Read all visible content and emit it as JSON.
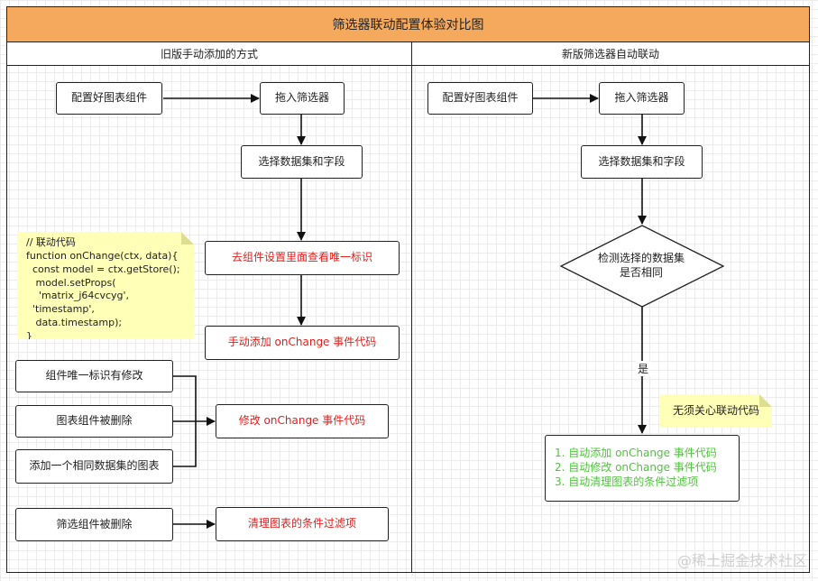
{
  "title": "筛选器联动配置体验对比图",
  "left_lane": {
    "header": "旧版手动添加的方式",
    "config_chart": "配置好图表组件",
    "drag_filter": "拖入筛选器",
    "select_dataset": "选择数据集和字段",
    "find_id": "去组件设置里面查看唯一标识",
    "add_code": "手动添加 onChange 事件代码",
    "id_changed": "组件唯一标识有修改",
    "chart_deleted": "图表组件被删除",
    "add_same_dataset": "添加一个相同数据集的图表",
    "modify_code": "修改 onChange 事件代码",
    "filter_deleted": "筛选组件被删除",
    "cleanup": "清理图表的条件过滤项",
    "code_note": [
      "// 联动代码",
      "function onChange(ctx, data){",
      "  const model = ctx.getStore();",
      "   model.setProps(",
      "    'matrix_j64cvcyg',",
      "  'timestamp',",
      "   data.timestamp);",
      "}"
    ]
  },
  "right_lane": {
    "header": "新版筛选器自动联动",
    "config_chart": "配置好图表组件",
    "drag_filter": "拖入筛选器",
    "select_dataset": "选择数据集和字段",
    "decision_line1": "检测选择的数据集",
    "decision_line2": "是否相同",
    "yes_label": "是",
    "note": "无须关心联动代码",
    "results": [
      "1. 自动添加 onChange 事件代码",
      "2. 自动修改 onChange 事件代码",
      "3. 自动清理图表的条件过滤项"
    ]
  },
  "watermark": "@稀土掘金技术社区",
  "colors": {
    "title_bg": "#f5a95c",
    "highlight_text": "#e0201c",
    "auto_text": "#4fc43d",
    "note_bg": "#ffffb8"
  }
}
